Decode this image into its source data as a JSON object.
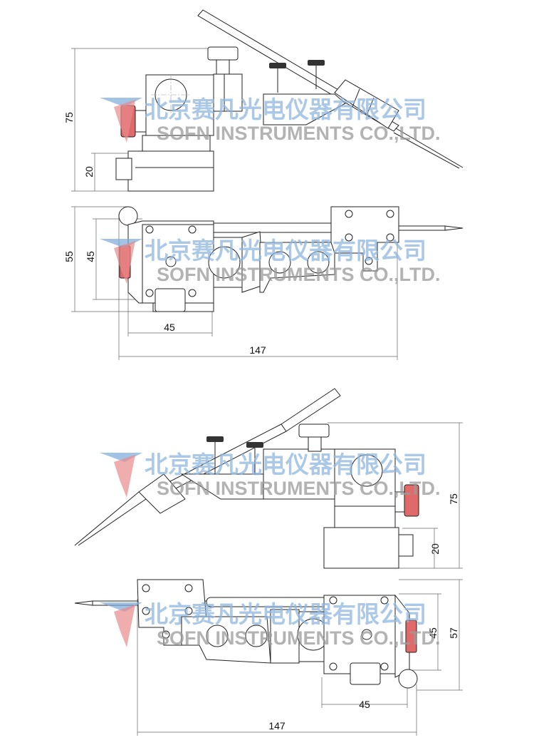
{
  "drawing": {
    "views": [
      {
        "name": "top-side-view",
        "dimensions": {
          "height_total": "75",
          "base_height": "20"
        }
      },
      {
        "name": "top-plan-view",
        "dimensions": {
          "width_total": "55",
          "width_inner": "45",
          "base_length": "45",
          "length_total": "147"
        }
      },
      {
        "name": "bottom-side-view",
        "dimensions": {
          "height_total": "75",
          "base_height": "20"
        }
      },
      {
        "name": "bottom-plan-view",
        "dimensions": {
          "width_inner": "45",
          "width_total": "57",
          "base_length": "45",
          "length_total": "147"
        }
      }
    ]
  },
  "watermark": {
    "company_cn": "北京赛凡光电仪器有限公司",
    "company_en": "SOFN INSTRUMENTS CO.,LTD.",
    "cn_color": "#8fb6e0",
    "en_color": "#9a9a9a",
    "logo_colors": [
      "#7aa9d8",
      "#e88a8a"
    ]
  }
}
